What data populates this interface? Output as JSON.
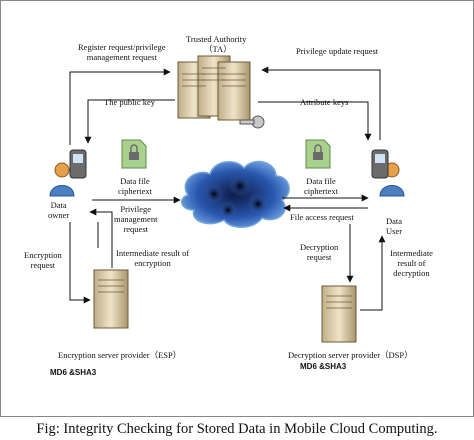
{
  "labels": {
    "trusted_authority": "Trusted Authority",
    "ta": "（TA）",
    "register_request_l1": "Register request/privilege",
    "register_request_l2": "management request",
    "privilege_update": "Privilege update request",
    "public_key": "The public key",
    "attribute_keys": "Attribute keys",
    "data_file_left_l1": "Data file",
    "data_file_left_l2": "ciphertext",
    "data_file_right_l1": "Data file",
    "data_file_right_l2": "ciphertext",
    "privilege_mgmt_l1": "Privilege",
    "privilege_mgmt_l2": "management",
    "privilege_mgmt_l3": "request",
    "file_access_request": "File access request",
    "data_owner_l1": "Data",
    "data_owner_l2": "owner",
    "data_user_l1": "Data",
    "data_user_l2": "User",
    "encryption_request_l1": "Encryption",
    "encryption_request_l2": "request",
    "intermediate_enc_l1": "Intermediate result of",
    "intermediate_enc_l2": "encryption",
    "decryption_request_l1": "Decryption",
    "decryption_request_l2": "request",
    "intermediate_dec_l1": "Intermediate",
    "intermediate_dec_l2": "result of",
    "intermediate_dec_l3": "decryption",
    "esp": "Encryption server provider（ESP）",
    "dsp": "Decryption server provider（DSP）",
    "md6_left": "MD6 &SHA3",
    "md6_right": "MD6 &SHA3"
  },
  "caption": "Fig: Integrity Checking for Stored Data in Mobile Cloud Computing.",
  "icons": [
    "server-rack-icon",
    "key-icon",
    "document-lock-icon",
    "cloud-icon",
    "person-icon",
    "mobile-phone-icon"
  ],
  "colors": {
    "cloud": "#1d3f8f",
    "document": "#a9d18e",
    "server": "#d9c9a3",
    "person": "#4a7fc1"
  }
}
